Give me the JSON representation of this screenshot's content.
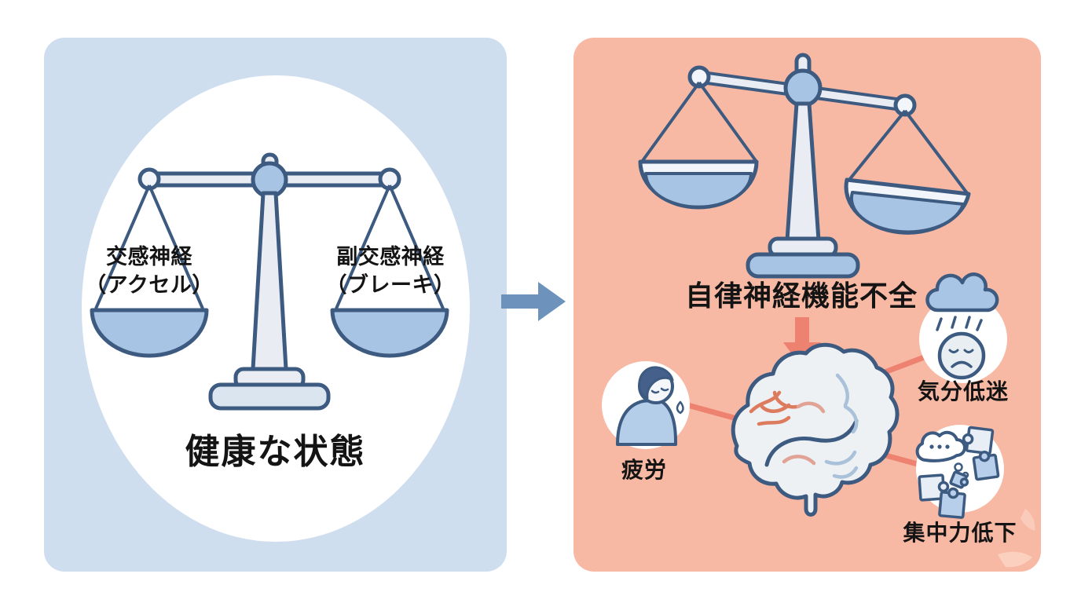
{
  "left_panel": {
    "left_pan_label_line1": "交感神経",
    "left_pan_label_line2": "（アクセル）",
    "right_pan_label_line1": "副交感神経",
    "right_pan_label_line2": "（ブレーキ）",
    "caption": "健康な状態",
    "icon": "balanced-scale-icon"
  },
  "flow": {
    "icon": "right-arrow-icon"
  },
  "right_panel": {
    "title": "自律神経機能不全",
    "decline_icon": "down-arrow-icon",
    "center_icon": "brain-icon",
    "symptoms": [
      {
        "label": "疲労",
        "icon": "tired-person-icon"
      },
      {
        "label": "気分低迷",
        "icon": "rain-cloud-sad-face-icon"
      },
      {
        "label": "集中力低下",
        "icon": "thought-cloud-puzzle-icon"
      }
    ]
  },
  "colors": {
    "left_bg": "#cfdeef",
    "right_bg": "#f8b9a4",
    "outline_navy": "#3d5a80",
    "pan_blue": "#a7c4e5",
    "metal_light": "#e9edf3",
    "flow_arrow_blue": "#6d93bd",
    "alert_coral": "#ee8270",
    "text": "#141414"
  }
}
